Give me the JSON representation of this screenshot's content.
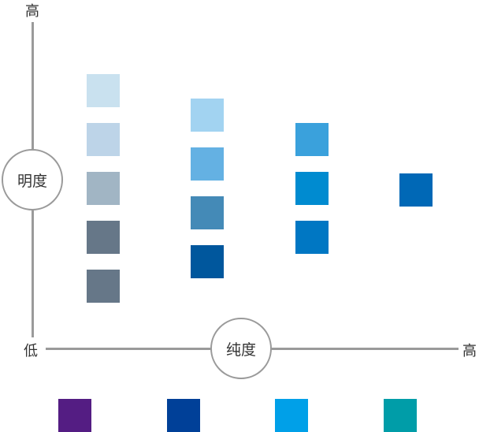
{
  "axes": {
    "y_label": "明度",
    "x_label": "纯度",
    "y_high": "高",
    "x_low": "低",
    "x_high": "高"
  },
  "columns": [
    {
      "colors": [
        "#c9e1ef",
        "#bdd4e8",
        "#a1b5c4",
        "#667788",
        "#667788"
      ]
    },
    {
      "colors": [
        "#a2d3f1",
        "#64b1e3",
        "#448ab7",
        "#00579d"
      ]
    },
    {
      "colors": [
        "#3aa1dc",
        "#008bd0",
        "#0077c3"
      ]
    },
    {
      "colors": [
        "#0068b6"
      ]
    }
  ],
  "swatches": [
    "#541d83",
    "#004098",
    "#00a0e8",
    "#009da8"
  ],
  "line_color": "#9a9a9a"
}
